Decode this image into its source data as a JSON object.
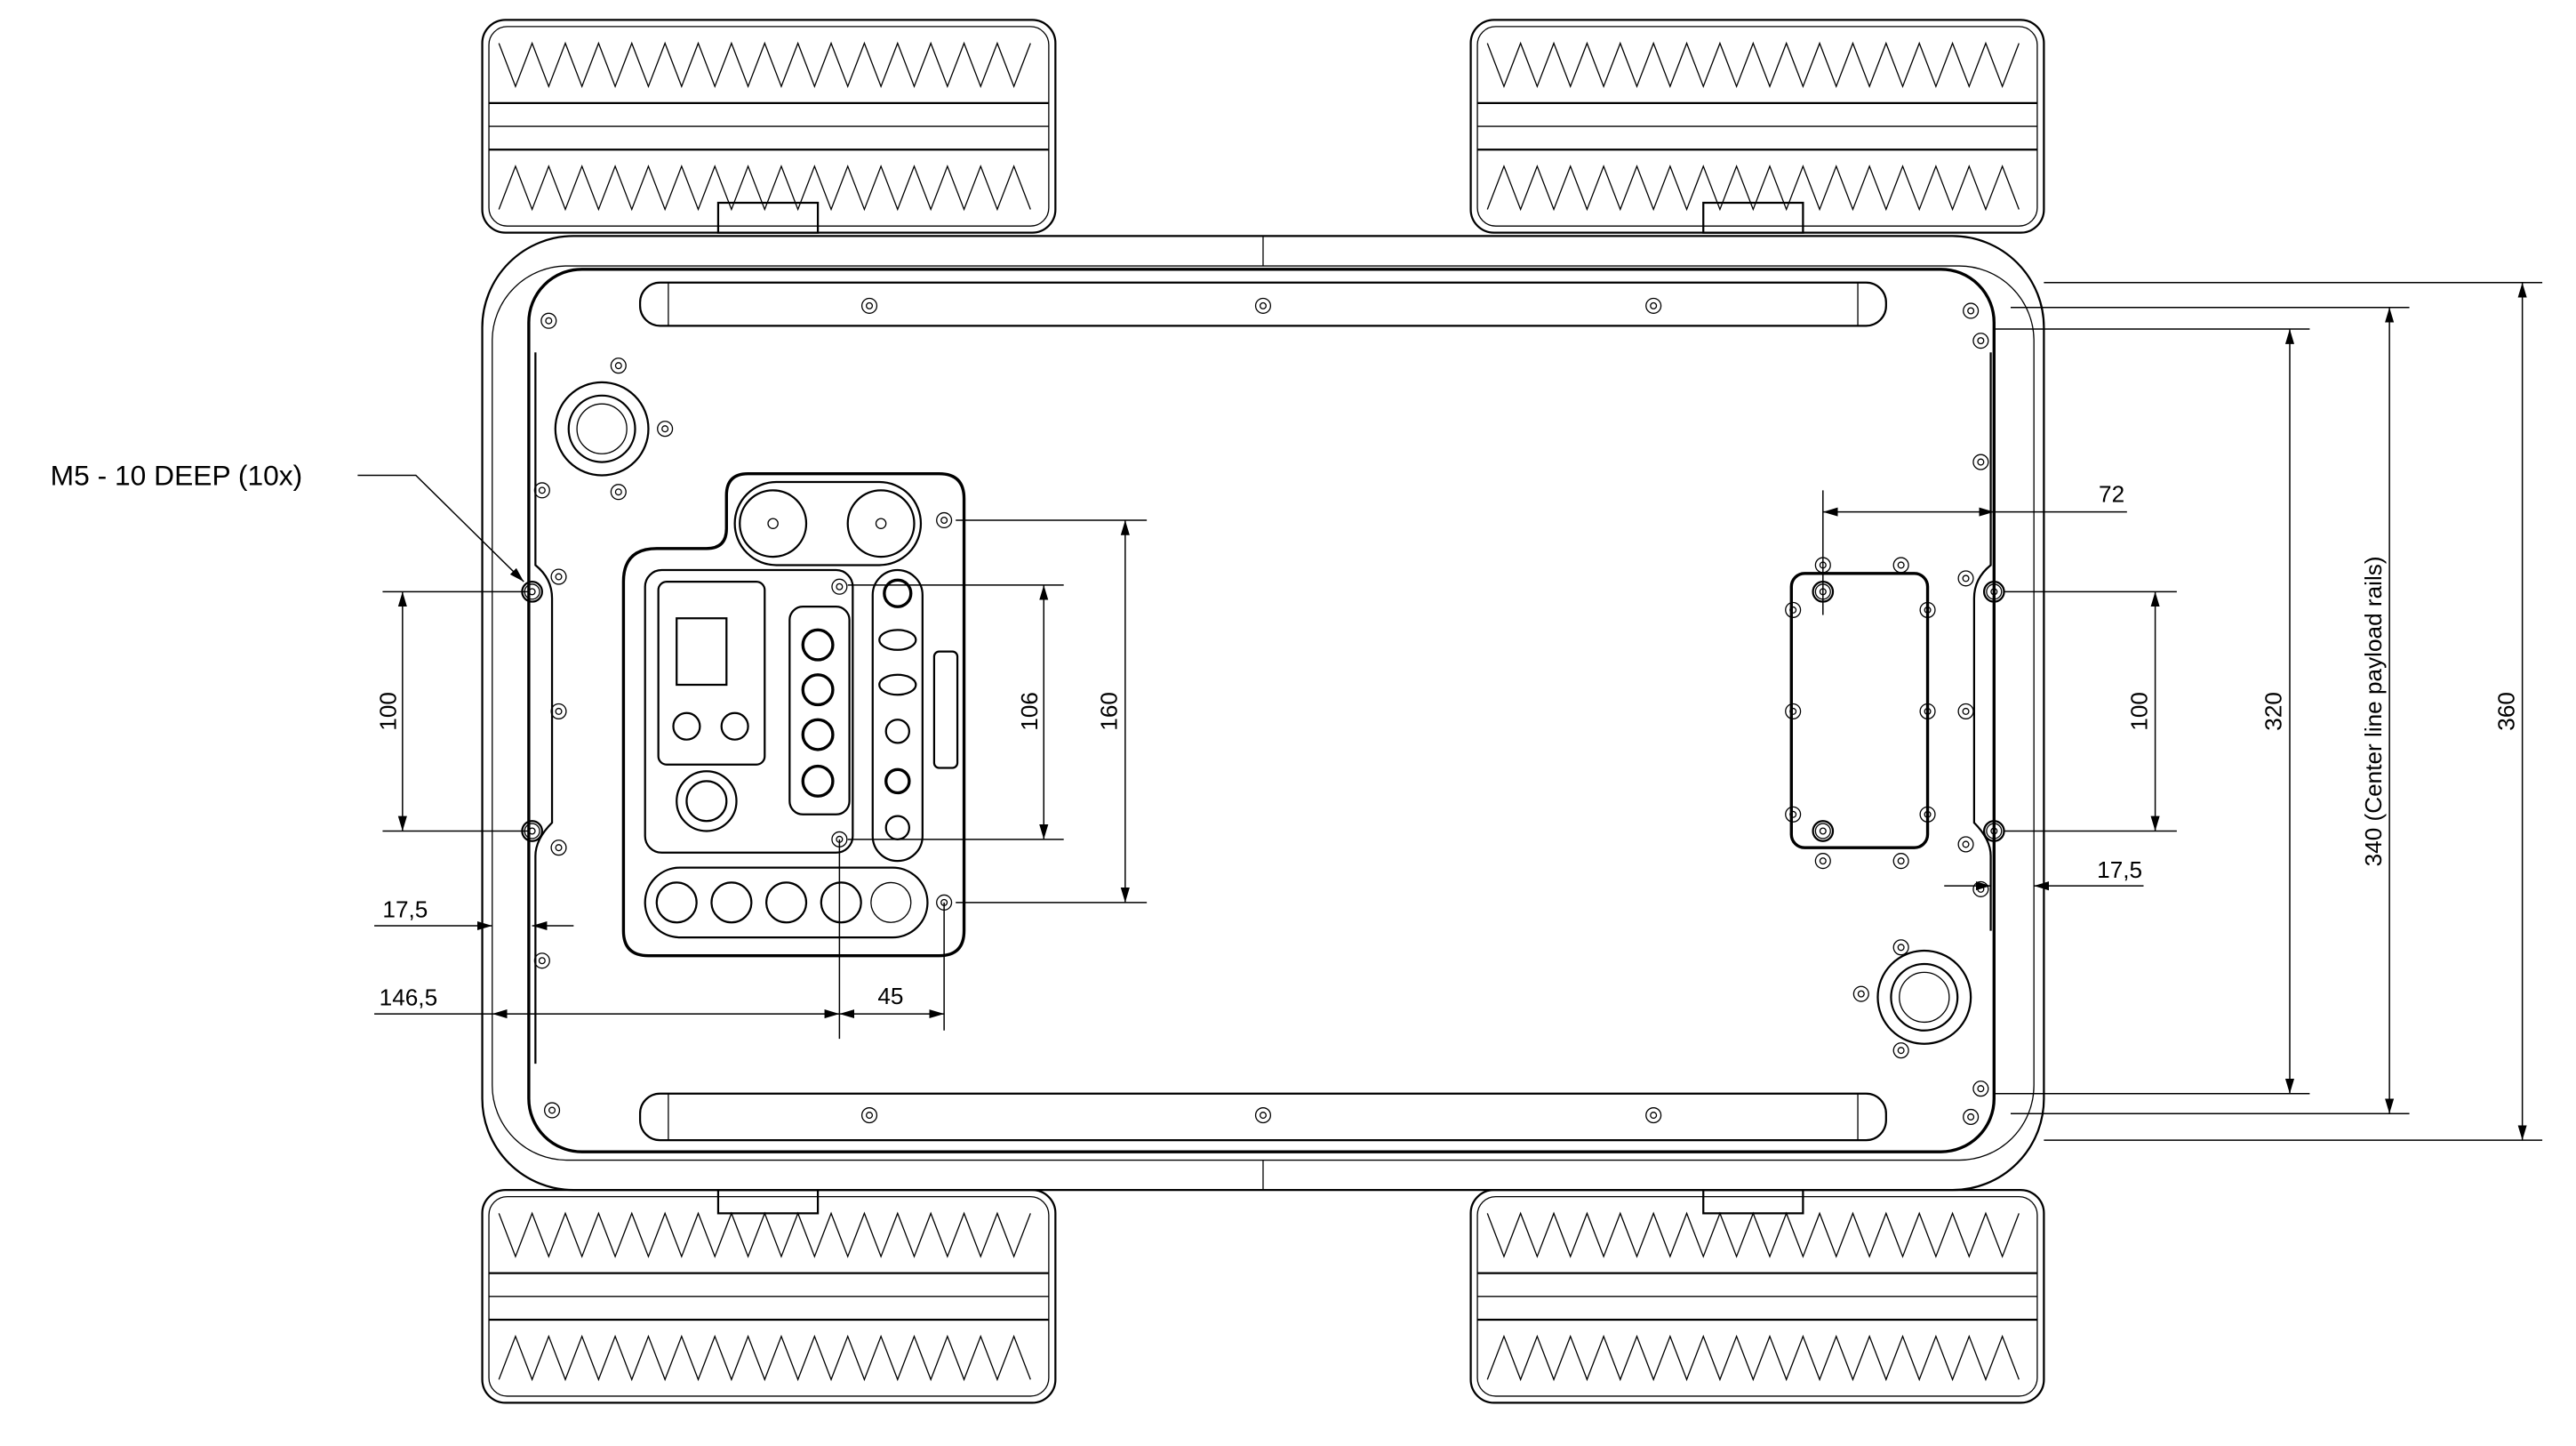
{
  "callout": {
    "label": "M5 - 10 DEEP (10x)"
  },
  "dimensions": {
    "left_hole_spacing": "100",
    "left_edge_offset": "17,5",
    "panel_offset": "146,5",
    "panel_hole_spacing_x": "45",
    "panel_hole_spacing_106": "106",
    "panel_hole_spacing_160": "160",
    "right_offset": "72",
    "right_hole_spacing": "100",
    "right_edge_offset": "17,5",
    "inner_width": "320",
    "rail_centerline": "340  (Center line payload rails)",
    "overall_width": "360"
  }
}
